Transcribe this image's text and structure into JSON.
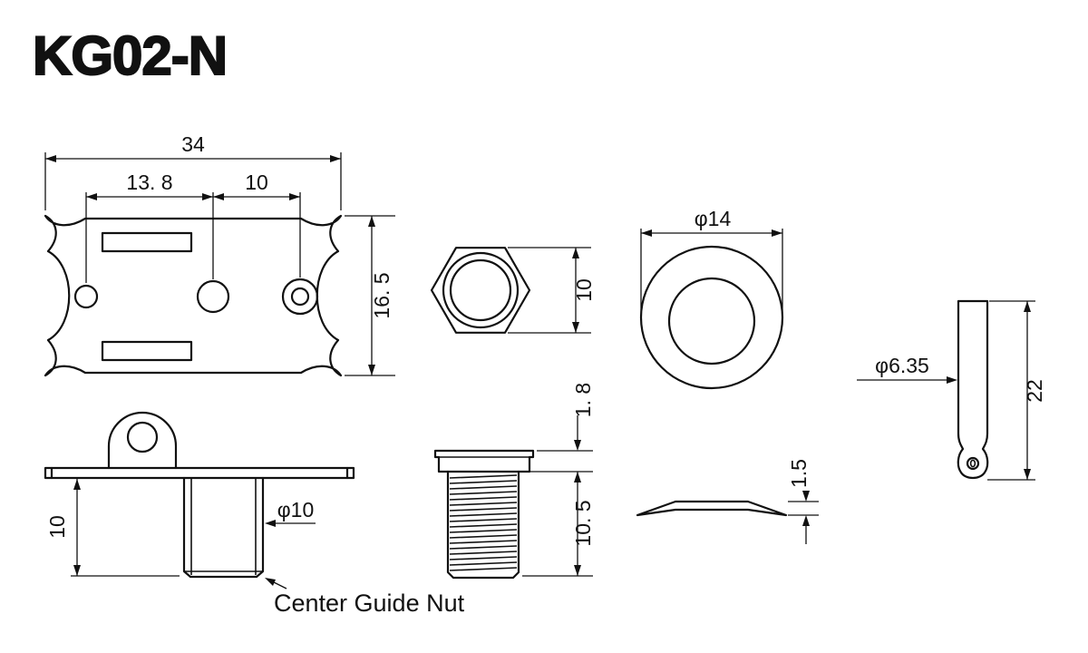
{
  "title": "KG02-N",
  "callout": "Center Guide Nut",
  "dimensions": {
    "plate_width": "34",
    "hole_pitch_left": "13. 8",
    "hole_pitch_right": "10",
    "plate_depth": "16. 5",
    "nut_across_flats": "10",
    "washer_diameter": "φ14",
    "post_diameter": "φ6.35",
    "post_length": "22",
    "bushing_length": "10",
    "bushing_diameter": "φ10",
    "nut_flange_thickness": "1. 8",
    "nut_thread_length": "10. 5",
    "washer_thickness": "1.5"
  }
}
